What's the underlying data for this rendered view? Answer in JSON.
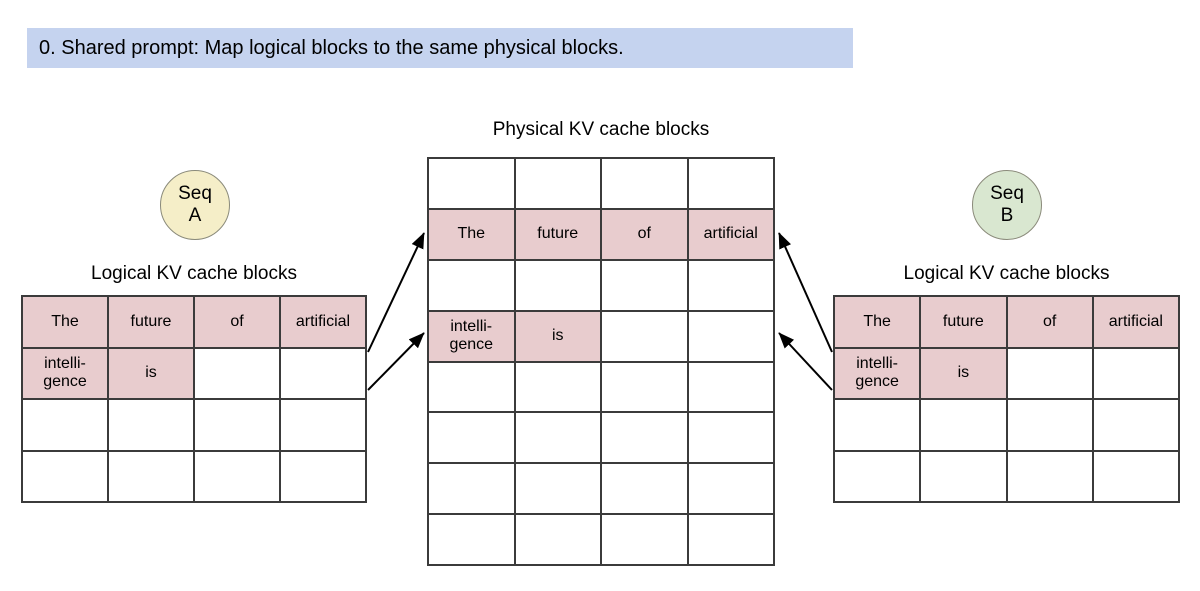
{
  "banner": {
    "text": "0. Shared prompt: Map logical blocks to the same physical blocks.",
    "background": "#c5d3ef"
  },
  "colors": {
    "filled_block": "#e8ccce",
    "grid_line": "#3b3b3b",
    "seq_a_fill": "#f5eec8",
    "seq_b_fill": "#d9e7d0",
    "circle_stroke": "#8a8a7a",
    "arrow": "#000000"
  },
  "seq_a": {
    "line1": "Seq",
    "line2": "A"
  },
  "seq_b": {
    "line1": "Seq",
    "line2": "B"
  },
  "left_table": {
    "caption": "Logical KV cache blocks",
    "columns": 4,
    "rows": [
      [
        {
          "text": "The",
          "filled": true
        },
        {
          "text": "future",
          "filled": true
        },
        {
          "text": "of",
          "filled": true
        },
        {
          "text": "artificial",
          "filled": true
        }
      ],
      [
        {
          "text": "intelli-\ngence",
          "filled": true
        },
        {
          "text": "is",
          "filled": true
        },
        {
          "text": "",
          "filled": false
        },
        {
          "text": "",
          "filled": false
        }
      ],
      [
        {
          "text": "",
          "filled": false
        },
        {
          "text": "",
          "filled": false
        },
        {
          "text": "",
          "filled": false
        },
        {
          "text": "",
          "filled": false
        }
      ],
      [
        {
          "text": "",
          "filled": false
        },
        {
          "text": "",
          "filled": false
        },
        {
          "text": "",
          "filled": false
        },
        {
          "text": "",
          "filled": false
        }
      ]
    ]
  },
  "right_table": {
    "caption": "Logical KV cache blocks",
    "columns": 4,
    "rows": [
      [
        {
          "text": "The",
          "filled": true
        },
        {
          "text": "future",
          "filled": true
        },
        {
          "text": "of",
          "filled": true
        },
        {
          "text": "artificial",
          "filled": true
        }
      ],
      [
        {
          "text": "intelli-\ngence",
          "filled": true
        },
        {
          "text": "is",
          "filled": true
        },
        {
          "text": "",
          "filled": false
        },
        {
          "text": "",
          "filled": false
        }
      ],
      [
        {
          "text": "",
          "filled": false
        },
        {
          "text": "",
          "filled": false
        },
        {
          "text": "",
          "filled": false
        },
        {
          "text": "",
          "filled": false
        }
      ],
      [
        {
          "text": "",
          "filled": false
        },
        {
          "text": "",
          "filled": false
        },
        {
          "text": "",
          "filled": false
        },
        {
          "text": "",
          "filled": false
        }
      ]
    ]
  },
  "physical_table": {
    "caption": "Physical KV cache blocks",
    "columns": 4,
    "rows": [
      [
        {
          "text": "",
          "filled": false
        },
        {
          "text": "",
          "filled": false
        },
        {
          "text": "",
          "filled": false
        },
        {
          "text": "",
          "filled": false
        }
      ],
      [
        {
          "text": "The",
          "filled": true
        },
        {
          "text": "future",
          "filled": true
        },
        {
          "text": "of",
          "filled": true
        },
        {
          "text": "artificial",
          "filled": true
        }
      ],
      [
        {
          "text": "",
          "filled": false
        },
        {
          "text": "",
          "filled": false
        },
        {
          "text": "",
          "filled": false
        },
        {
          "text": "",
          "filled": false
        }
      ],
      [
        {
          "text": "intelli-\ngence",
          "filled": true
        },
        {
          "text": "is",
          "filled": true
        },
        {
          "text": "",
          "filled": false
        },
        {
          "text": "",
          "filled": false
        }
      ],
      [
        {
          "text": "",
          "filled": false
        },
        {
          "text": "",
          "filled": false
        },
        {
          "text": "",
          "filled": false
        },
        {
          "text": "",
          "filled": false
        }
      ],
      [
        {
          "text": "",
          "filled": false
        },
        {
          "text": "",
          "filled": false
        },
        {
          "text": "",
          "filled": false
        },
        {
          "text": "",
          "filled": false
        }
      ],
      [
        {
          "text": "",
          "filled": false
        },
        {
          "text": "",
          "filled": false
        },
        {
          "text": "",
          "filled": false
        },
        {
          "text": "",
          "filled": false
        }
      ],
      [
        {
          "text": "",
          "filled": false
        },
        {
          "text": "",
          "filled": false
        },
        {
          "text": "",
          "filled": false
        },
        {
          "text": "",
          "filled": false
        }
      ]
    ]
  }
}
